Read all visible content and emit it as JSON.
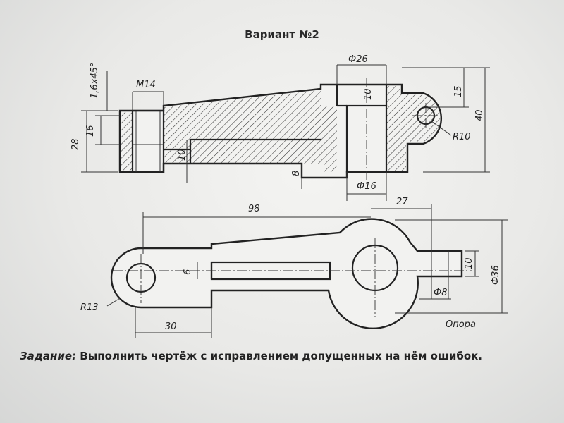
{
  "title": "Вариант №2",
  "section_view": {
    "dims": {
      "chamfer": "1,6x45°",
      "thread": "M14",
      "height": "28",
      "inner_height": "16",
      "web": "10",
      "base": "8",
      "boss_dia": "Ф26",
      "boss_slot": "10",
      "hole_dia": "Ф16",
      "lug_offset": "15",
      "total_height": "40",
      "lug_radius": "R10"
    }
  },
  "plan_view": {
    "dims": {
      "length": "98",
      "lug_length": "27",
      "slot": "6",
      "end_radius": "R13",
      "end_offset": "30",
      "lug_width": "10",
      "lug_hole": "Ф8",
      "boss_outer": "Ф36"
    },
    "part_name": "Опора"
  },
  "task": {
    "label": "Задание:",
    "text": "Выполнить чертёж с исправлением допущенных на нём ошибок."
  }
}
